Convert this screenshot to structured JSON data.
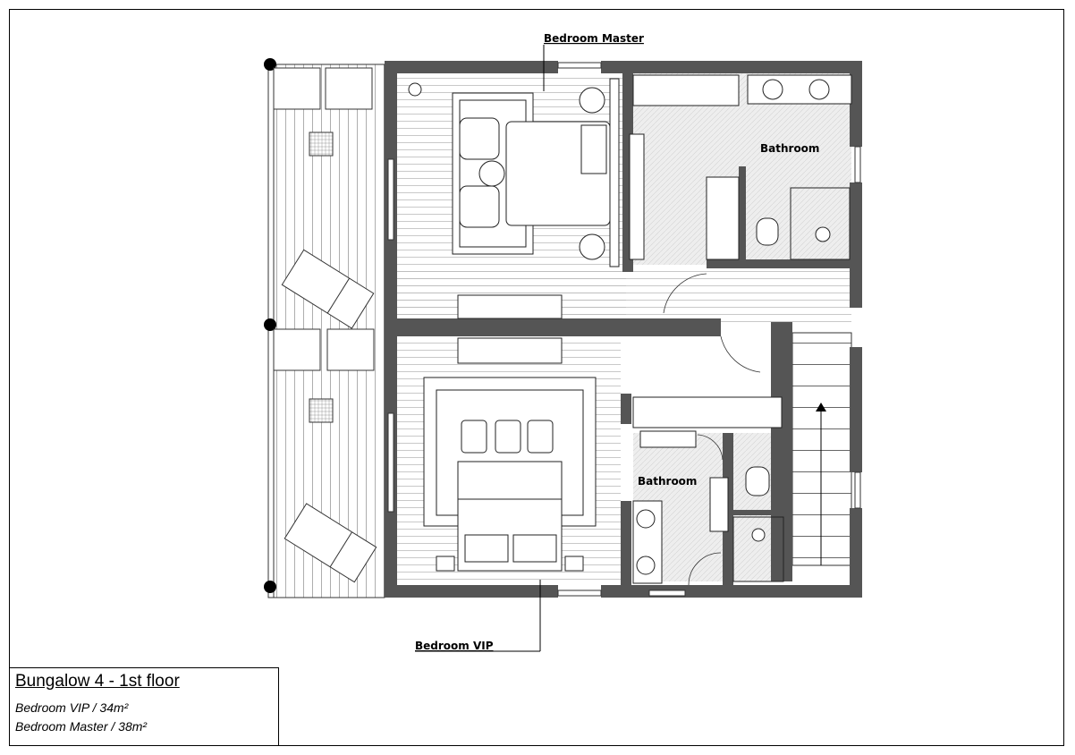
{
  "labels": {
    "bedroom_master": "Bedroom Master",
    "bedroom_vip": "Bedroom VIP",
    "bathroom_upper": "Bathroom",
    "bathroom_lower": "Bathroom"
  },
  "legend": {
    "title": "Bungalow 4 - 1st floor",
    "lines": [
      "Bedroom VIP /  34m²",
      "Bedroom Master / 38m²"
    ]
  },
  "colors": {
    "wall": "#555555",
    "line": "#000000",
    "floor_hatch": "#bbbbbb",
    "bath_floor": "#ececec"
  }
}
